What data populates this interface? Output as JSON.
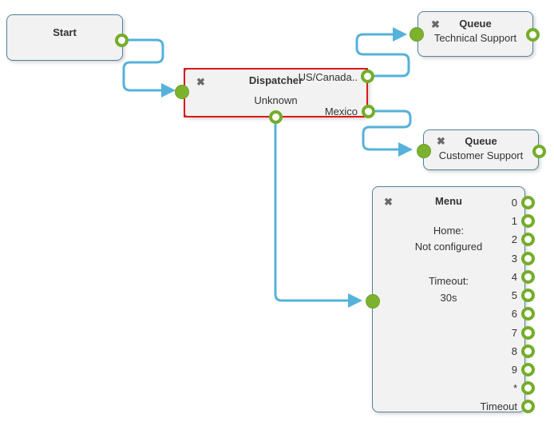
{
  "colors": {
    "node_fill": "#f2f2f2",
    "node_border": "#55809e",
    "selection_red": "#df1717",
    "link_blue": "#55b2da",
    "port_green": "#74ad2b",
    "port_filled_green": "#7cb22e",
    "delete_icon_gray": "#6a6a6a",
    "text": "#333333"
  },
  "icons": {
    "delete": "✖"
  },
  "nodes": {
    "start": {
      "title": "Start"
    },
    "dispatcher": {
      "title": "Dispatcher",
      "subtitle": "Unknown",
      "selected": true,
      "outputs": [
        "US/Canada..",
        "Mexico"
      ]
    },
    "queue_technical": {
      "title": "Queue",
      "subtitle": "Technical Support"
    },
    "queue_customer": {
      "title": "Queue",
      "subtitle": "Customer Support"
    },
    "menu": {
      "title": "Menu",
      "home_label": "Home:",
      "home_value": "Not configured",
      "timeout_label": "Timeout:",
      "timeout_value": "30s",
      "ports": [
        "0",
        "1",
        "2",
        "3",
        "4",
        "5",
        "6",
        "7",
        "8",
        "9",
        "*",
        "Timeout"
      ]
    }
  },
  "edges": [
    {
      "from": "start",
      "to": "dispatcher"
    },
    {
      "from": "dispatcher:US/Canada",
      "to": "queue_technical"
    },
    {
      "from": "dispatcher:Mexico",
      "to": "queue_customer"
    },
    {
      "from": "dispatcher:bottom",
      "to": "menu"
    }
  ]
}
